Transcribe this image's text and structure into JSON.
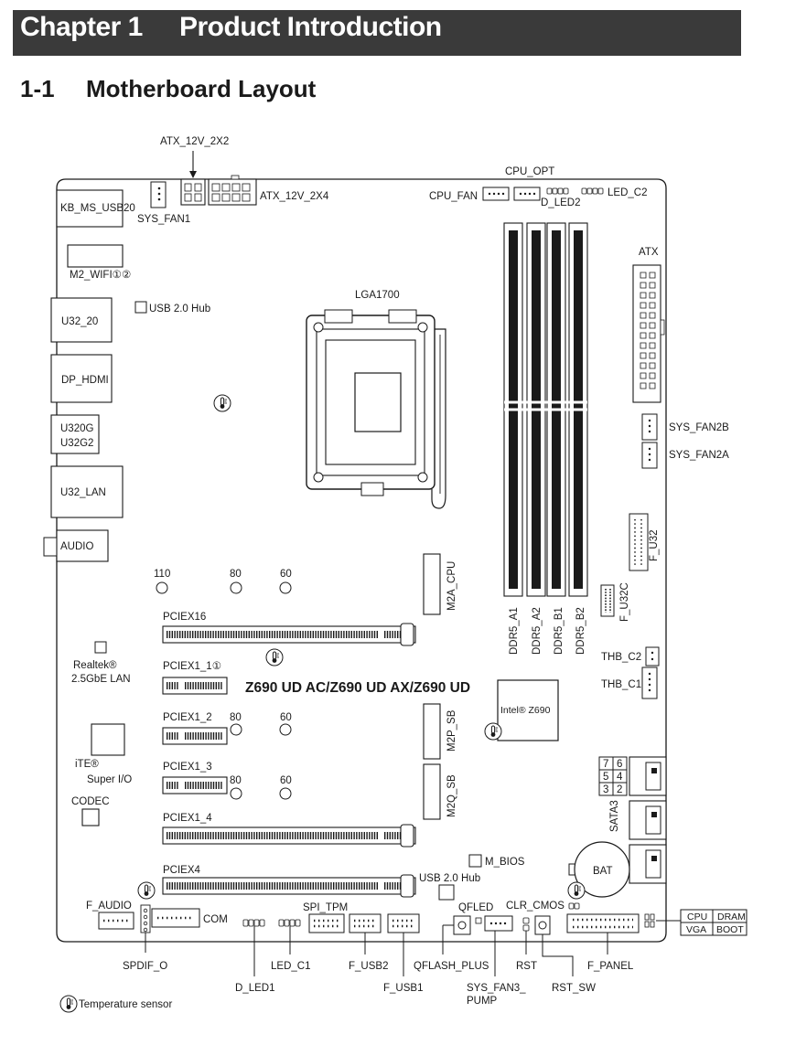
{
  "chapter": {
    "number": "Chapter 1",
    "title": "Product Introduction"
  },
  "section": {
    "number": "1-1",
    "title": "Motherboard Layout"
  },
  "labels": {
    "atx_12v_2x2": "ATX_12V_2X2",
    "atx_12v_2x4": "ATX_12V_2X4",
    "cpu_opt": "CPU_OPT",
    "cpu_fan": "CPU_FAN",
    "d_led2": "D_LED2",
    "led_c2": "LED_C2",
    "kb_ms_usb20": "KB_MS_USB20",
    "sys_fan1": "SYS_FAN1",
    "m2_wifi": "M2_WIFI①②",
    "usb20_hub_top": "USB 2.0 Hub",
    "lga1700": "LGA1700",
    "u32_20": "U32_20",
    "dp_hdmi": "DP_HDMI",
    "u320g": "U320G",
    "u32g2": "U32G2",
    "u32_lan": "U32_LAN",
    "audio": "AUDIO",
    "atx": "ATX",
    "sys_fan2b": "SYS_FAN2B",
    "sys_fan2a": "SYS_FAN2A",
    "f_u32": "F_U32",
    "f_u32c": "F_U32C",
    "ddr5_a1": "DDR5_A1",
    "ddr5_a2": "DDR5_A2",
    "ddr5_b1": "DDR5_B1",
    "ddr5_b2": "DDR5_B2",
    "m2a_cpu": "M2A_CPU",
    "m2_110": "110",
    "m2_80": "80",
    "m2_60": "60",
    "pciex16": "PCIEX16",
    "realtek": "Realtek®",
    "realtek_lan": "2.5GbE LAN",
    "pciex1_1": "PCIEX1_1①",
    "model": "Z690 UD AC/Z690 UD AX/Z690 UD",
    "thb_c2": "THB_C2",
    "thb_c1": "THB_C1",
    "intel_chip": "Intel® Z690",
    "pciex1_2": "PCIEX1_2",
    "m2p_sb": "M2P_SB",
    "ite": "iTE®",
    "super_io": "Super I/O",
    "pciex1_3": "PCIEX1_3",
    "m2q_sb": "M2Q_SB",
    "codec": "CODEC",
    "sata_ports": [
      "7",
      "6",
      "5",
      "4",
      "3",
      "2"
    ],
    "sata3": "SATA3",
    "pciex1_4": "PCIEX1_4",
    "m_bios": "M_BIOS",
    "bat": "BAT",
    "pciex4": "PCIEX4",
    "usb20_hub_bottom": "USB 2.0 Hub",
    "f_audio": "F_AUDIO",
    "com": "COM",
    "spi_tpm": "SPI_TPM",
    "qfled": "QFLED",
    "clr_cmos": "CLR_CMOS",
    "boot_cpu": "CPU",
    "boot_dram": "DRAM",
    "boot_vga": "VGA",
    "boot_boot": "BOOT",
    "spdif_o": "SPDIF_O",
    "led_c1": "LED_C1",
    "f_usb2": "F_USB2",
    "qflash_plus": "QFLASH_PLUS",
    "rst": "RST",
    "f_panel": "F_PANEL",
    "d_led1": "D_LED1",
    "f_usb1": "F_USB1",
    "sys_fan3_pump_1": "SYS_FAN3_",
    "sys_fan3_pump_2": "PUMP",
    "rst_sw": "RST_SW",
    "temp_sensor": "Temperature sensor"
  }
}
